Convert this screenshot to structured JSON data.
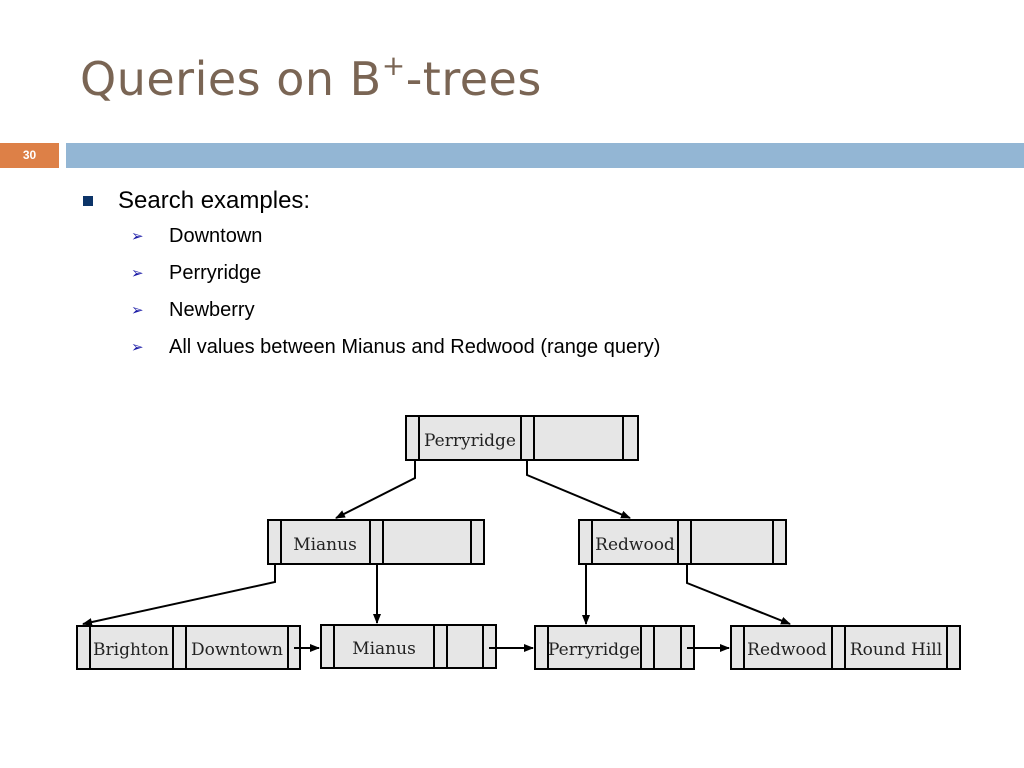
{
  "slide": {
    "title_main": "Queries on B",
    "title_sup": "+",
    "title_rest": "-trees",
    "number": "30"
  },
  "bullets": {
    "main": "Search examples:",
    "sub": [
      "Downtown",
      "Perryridge",
      "Newberry",
      "All values between Mianus and Redwood (range query)"
    ]
  },
  "tree": {
    "root": [
      "Perryridge"
    ],
    "internal": [
      [
        "Mianus"
      ],
      [
        "Redwood"
      ]
    ],
    "leaves": [
      [
        "Brighton",
        "Downtown"
      ],
      [
        "Mianus"
      ],
      [
        "Perryridge"
      ],
      [
        "Redwood",
        "Round Hill"
      ]
    ]
  },
  "colors": {
    "title": "#7a6554",
    "slide_number_bg": "#dd8047",
    "title_bar": "#93b6d4",
    "bullet_square": "#0c3468",
    "arrow_bullet": "#1a1aa6",
    "node_fill": "#e6e6e6"
  }
}
